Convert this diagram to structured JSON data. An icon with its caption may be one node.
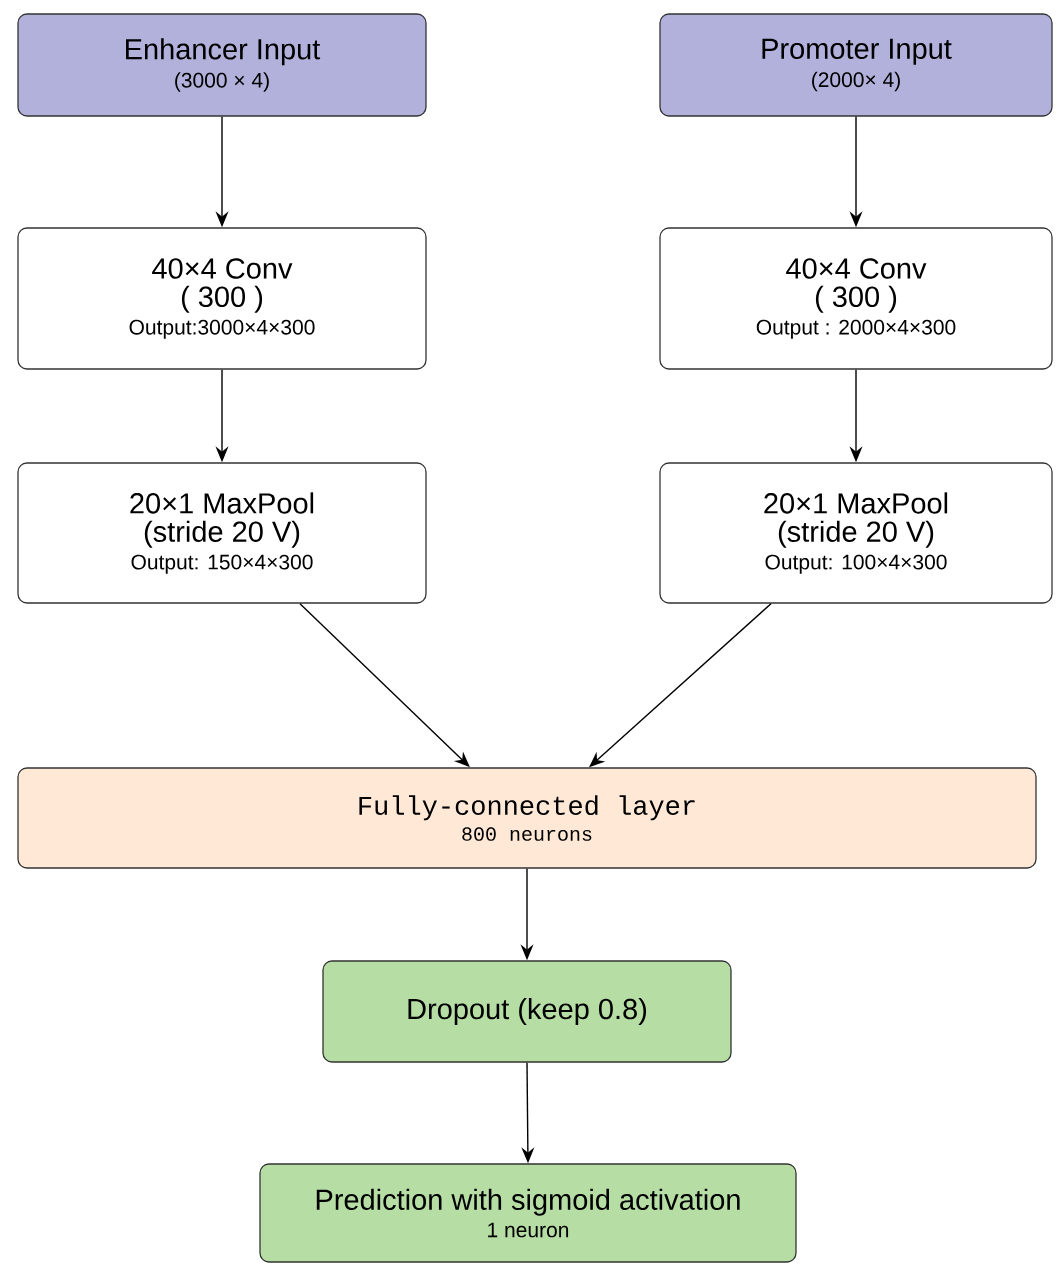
{
  "diagram": {
    "nodes": [
      {
        "text": [
          "Enhancer Input",
          "(3000 × 4)"
        ]
      },
      {
        "text": [
          "Promoter Input",
          "(2000× 4)"
        ]
      },
      {
        "text": [
          "40×4 Conv",
          "( 300 )",
          "Output:3000×4×300"
        ]
      },
      {
        "text": [
          "40×4 Conv",
          "( 300 )",
          "Output : 2000×4×300"
        ]
      },
      {
        "text": [
          "20×1 MaxPool",
          "(stride 20 V)",
          "Output:  150×4×300"
        ]
      },
      {
        "text": [
          "20×1 MaxPool",
          "(stride 20 V)",
          "Output:  100×4×300"
        ]
      },
      {
        "text": [
          "Fully-connected layer",
          "800 neurons"
        ]
      },
      {
        "text": [
          "Dropout (keep 0.8)"
        ]
      },
      {
        "text": [
          "Prediction with sigmoid activation",
          "1 neuron"
        ]
      }
    ],
    "edges": [
      {
        "from": 0,
        "to": 2,
        "arrow": "to"
      },
      {
        "from": 2,
        "to": 4,
        "arrow": "to"
      },
      {
        "from": 1,
        "to": 3,
        "arrow": "to"
      },
      {
        "from": 3,
        "to": 5,
        "arrow": "to"
      },
      {
        "from": 4,
        "to": 6,
        "arrow": "to"
      },
      {
        "from": 5,
        "to": 6,
        "arrow": "to"
      },
      {
        "from": 6,
        "to": 7,
        "arrow": "to"
      },
      {
        "from": 7,
        "to": 8,
        "arrow": "to"
      }
    ]
  }
}
